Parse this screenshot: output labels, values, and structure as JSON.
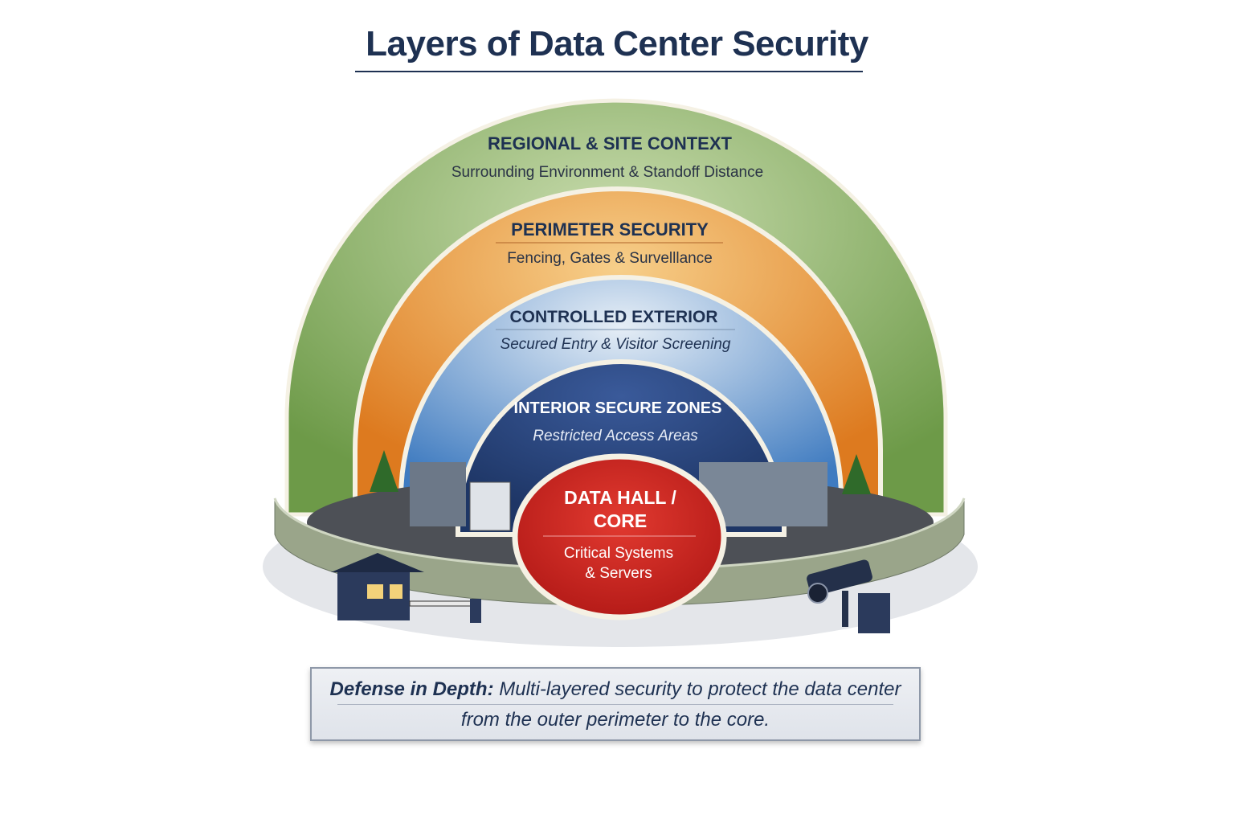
{
  "title": "Layers of Data Center Security",
  "layers": [
    {
      "name": "REGIONAL & SITE CONTEXT",
      "desc": "Surrounding Environment & Standoff Distance",
      "color": "#7fa85a"
    },
    {
      "name": "PERIMETER SECURITY",
      "desc": "Fencing, Gates & Survelllance",
      "color": "#e48a2a"
    },
    {
      "name": "CONTROLLED EXTERIOR",
      "desc": "Secured Entry & Visitor Screening",
      "color": "#5d8fc8"
    },
    {
      "name": "INTERIOR SECURE ZONES",
      "desc": "Restricted Access Areas",
      "color": "#2b4a86"
    },
    {
      "name_line1": "DATA HALL /",
      "name_line2": "CORE",
      "desc_line1": "Critical Systems",
      "desc_line2": "& Servers",
      "color": "#d42a25"
    }
  ],
  "note": {
    "bold": "Defense in Depth:",
    "line1": " Multi-layered security to protect the data center",
    "line2": "from the outer perimeter to the core."
  }
}
